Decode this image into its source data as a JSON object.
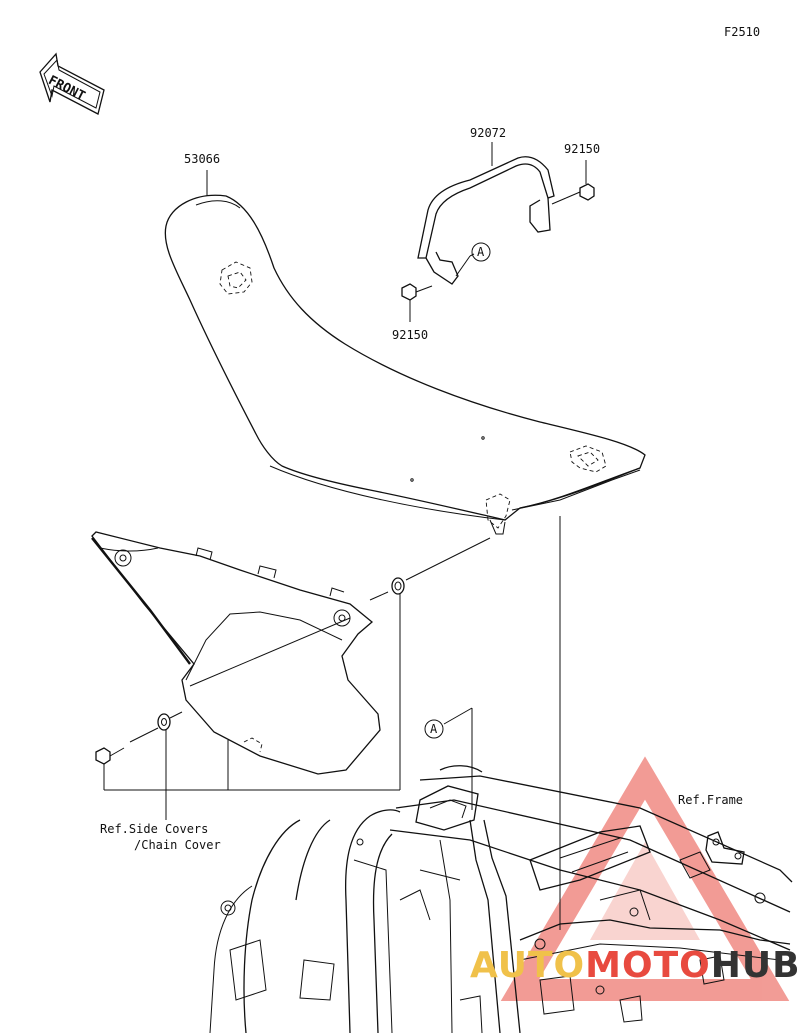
{
  "figure": {
    "code": "F2510",
    "direction_label": "FRONT"
  },
  "parts": [
    {
      "number": "53066",
      "name": "seat"
    },
    {
      "number": "92072",
      "name": "seat-strap"
    },
    {
      "number": "92150",
      "name": "bolt-upper-right"
    },
    {
      "number": "92150",
      "name": "bolt-lower-left"
    }
  ],
  "reference_marks": [
    "A",
    "A"
  ],
  "references": {
    "frame": "Ref.Frame",
    "side_covers_line1": "Ref.Side Covers",
    "side_covers_line2": "/Chain Cover"
  },
  "watermark": {
    "part1": "AUTO",
    "part2": "MOTO",
    "part3": "HUB",
    "colors": {
      "yellow": "#f0c14a",
      "red": "#e84a3f",
      "dark": "#333333"
    }
  }
}
